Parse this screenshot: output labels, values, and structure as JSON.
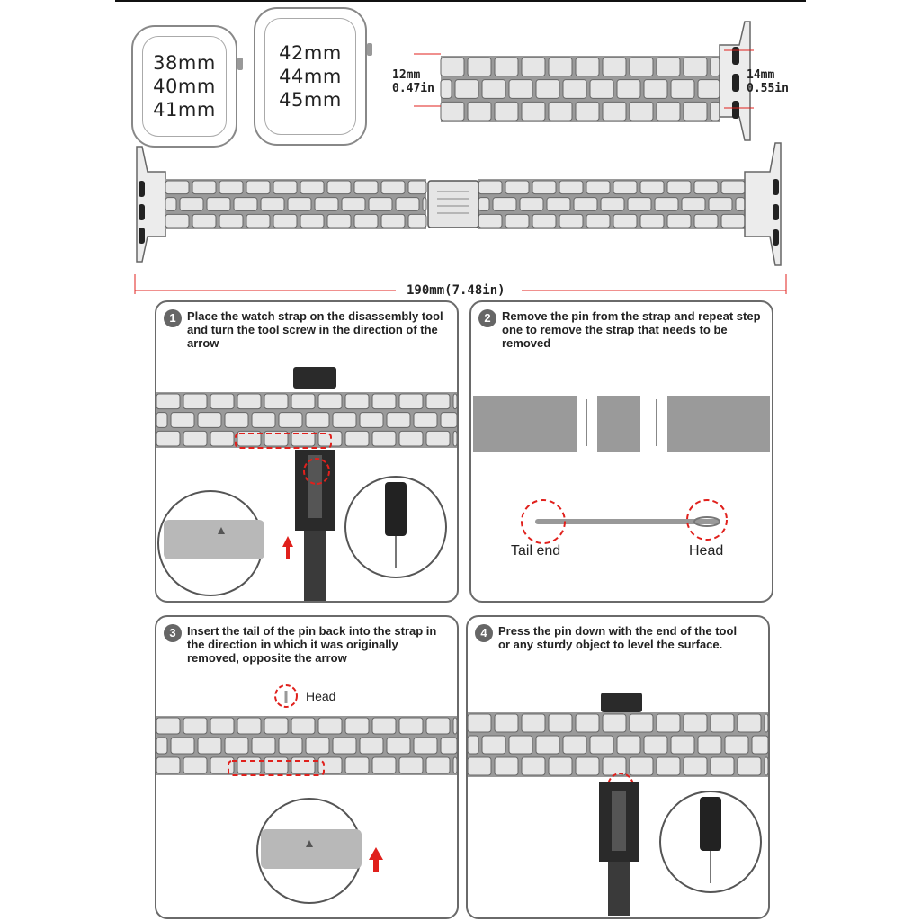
{
  "sizes": {
    "small": [
      "38mm",
      "40mm",
      "41mm"
    ],
    "large": [
      "42mm",
      "44mm",
      "45mm"
    ]
  },
  "dimensions": {
    "band_width_mm": "12mm",
    "band_width_in": "0.47in",
    "lug_width_mm": "14mm",
    "lug_width_in": "0.55in",
    "length": "190mm(7.48in)"
  },
  "steps": [
    {
      "num": "1",
      "text": "Place the watch strap on the disassembly tool and turn the tool screw in the direction of the arrow"
    },
    {
      "num": "2",
      "text": "Remove the pin from the strap and repeat step one to remove the strap that needs to be removed"
    },
    {
      "num": "3",
      "text": "Insert the tail of the pin back into the strap in the direction in which it was originally removed, opposite the arrow"
    },
    {
      "num": "4",
      "text": "Press the pin down with the end of the tool or any sturdy object to level the surface."
    }
  ],
  "labels": {
    "tail_end": "Tail end",
    "head": "Head",
    "head_step3": "Head"
  },
  "colors": {
    "accent_red": "#e0201c",
    "metal": "#c9c9c9",
    "tool": "#2a2a2a"
  }
}
